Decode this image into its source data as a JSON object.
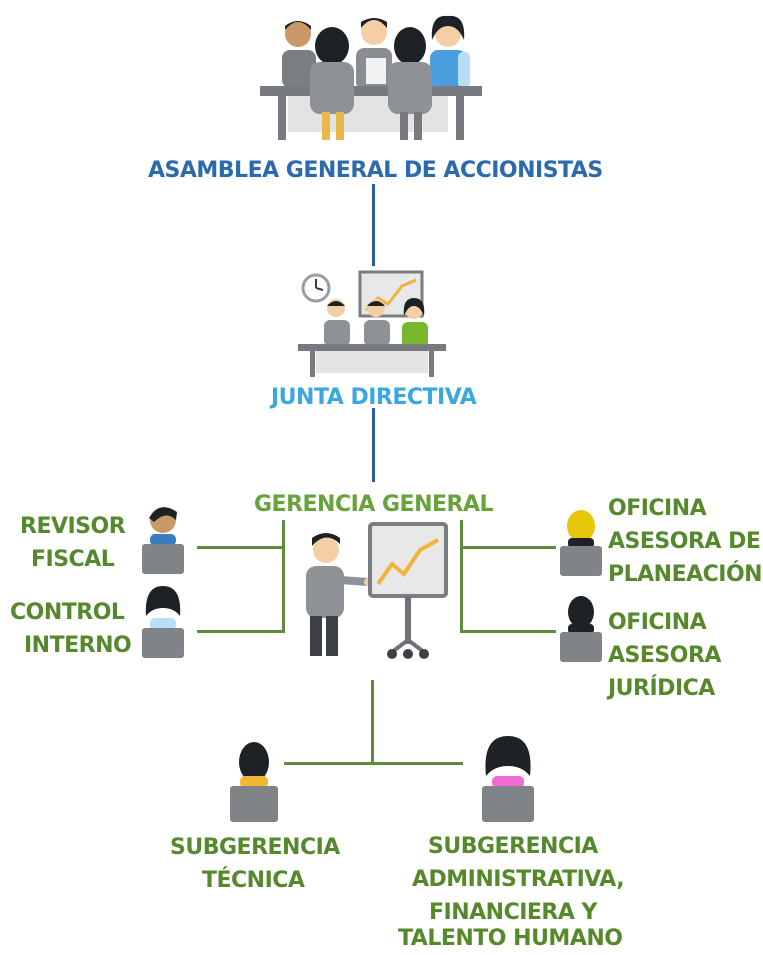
{
  "nodes": {
    "asamblea": "ASAMBLEA GENERAL DE ACCIONISTAS",
    "junta": "JUNTA DIRECTIVA",
    "gerencia": "GERENCIA GENERAL",
    "revisor": [
      "REVISOR",
      "FISCAL"
    ],
    "control": [
      "CONTROL",
      "INTERNO"
    ],
    "planeacion": [
      "OFICINA",
      "ASESORA DE",
      "PLANEACIÓN"
    ],
    "juridica": [
      "OFICINA",
      "ASESORA",
      "JURÍDICA"
    ],
    "tecnica": [
      "SUBGERENCIA",
      "TÉCNICA"
    ],
    "administrativa": [
      "SUBGERENCIA",
      "ADMINISTRATIVA,",
      "FINANCIERA Y",
      "TALENTO HUMANO"
    ]
  },
  "icons": {
    "asamblea": "meeting-table-icon",
    "junta": "board-meeting-icon",
    "gerencia": "presenter-whiteboard-icon",
    "person": "person-at-desk-icon"
  },
  "colors": {
    "blue_dark": "#2b6aad",
    "blue_light": "#3aa7df",
    "green": "#67a23a",
    "line_blue": "#2b5f9c",
    "line_green": "#5f8b3b"
  }
}
